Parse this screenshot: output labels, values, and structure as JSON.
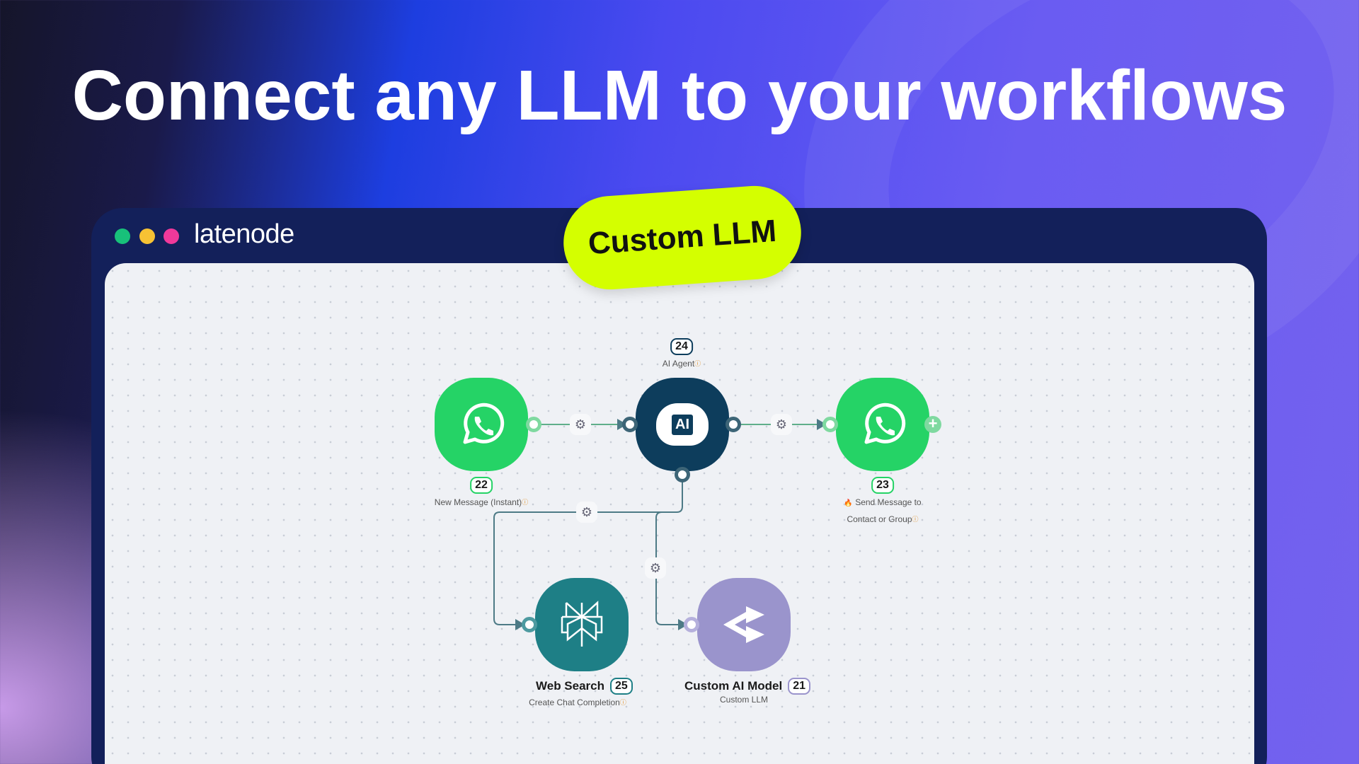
{
  "headline": "Connect any LLM to your workflows",
  "window": {
    "logo": "latenode",
    "dots": [
      "#18c17a",
      "#f7c234",
      "#f0399a"
    ]
  },
  "pill": {
    "label": "Custom LLM",
    "color": "#d4ff00"
  },
  "nodes": {
    "trigger": {
      "id": "22",
      "label": "New Message (Instant)",
      "icon": "whatsapp-icon",
      "color": "#25d366"
    },
    "agent": {
      "id": "24",
      "label": "AI Agent",
      "icon": "ai-brain-icon",
      "icon_text": "AI",
      "color": "#0d3d5c"
    },
    "send": {
      "id": "23",
      "label_line1": "Send Message to",
      "label_line2": "Contact or Group",
      "icon": "whatsapp-icon",
      "color": "#25d366"
    },
    "search": {
      "id": "25",
      "title": "Web Search",
      "label": "Create Chat Completion",
      "icon": "perplexity-icon",
      "color": "#1e7f86"
    },
    "custom": {
      "id": "21",
      "title": "Custom AI Model",
      "label": "Custom LLM",
      "icon": "split-arrows-icon",
      "color": "#9a94cc"
    }
  },
  "icons": {
    "info": "ⓘ",
    "fire": "🔥",
    "gear": "⚙",
    "plus": "+"
  }
}
